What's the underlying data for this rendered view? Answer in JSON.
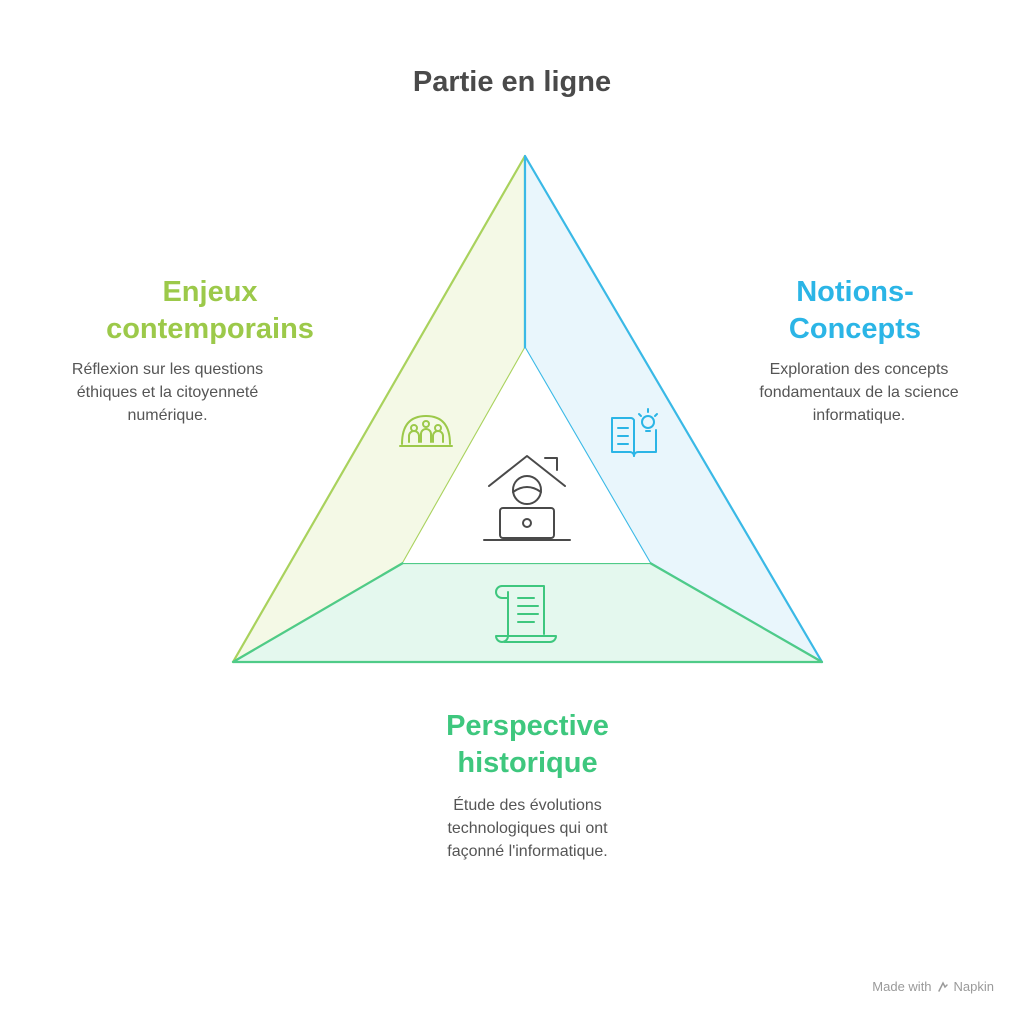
{
  "title": "Partie en ligne",
  "colors": {
    "green": "#9cc94a",
    "blue": "#2bb5e6",
    "teal": "#3ec77e",
    "title": "#4a4a4a"
  },
  "sections": {
    "left": {
      "heading": "Enjeux contemporains",
      "description": "Réflexion sur les questions éthiques et la citoyenneté numérique.",
      "icon": "people-dome-icon"
    },
    "right": {
      "heading": "Notions-Concepts",
      "description": "Exploration des concepts fondamentaux de la science informatique.",
      "icon": "book-lightbulb-icon"
    },
    "bottom": {
      "heading": "Perspective historique",
      "description": "Étude des évolutions technologiques qui ont façonné l'informatique.",
      "icon": "scroll-icon"
    }
  },
  "center_icon": "person-laptop-home-icon",
  "watermark": {
    "prefix": "Made with",
    "brand": "Napkin"
  }
}
